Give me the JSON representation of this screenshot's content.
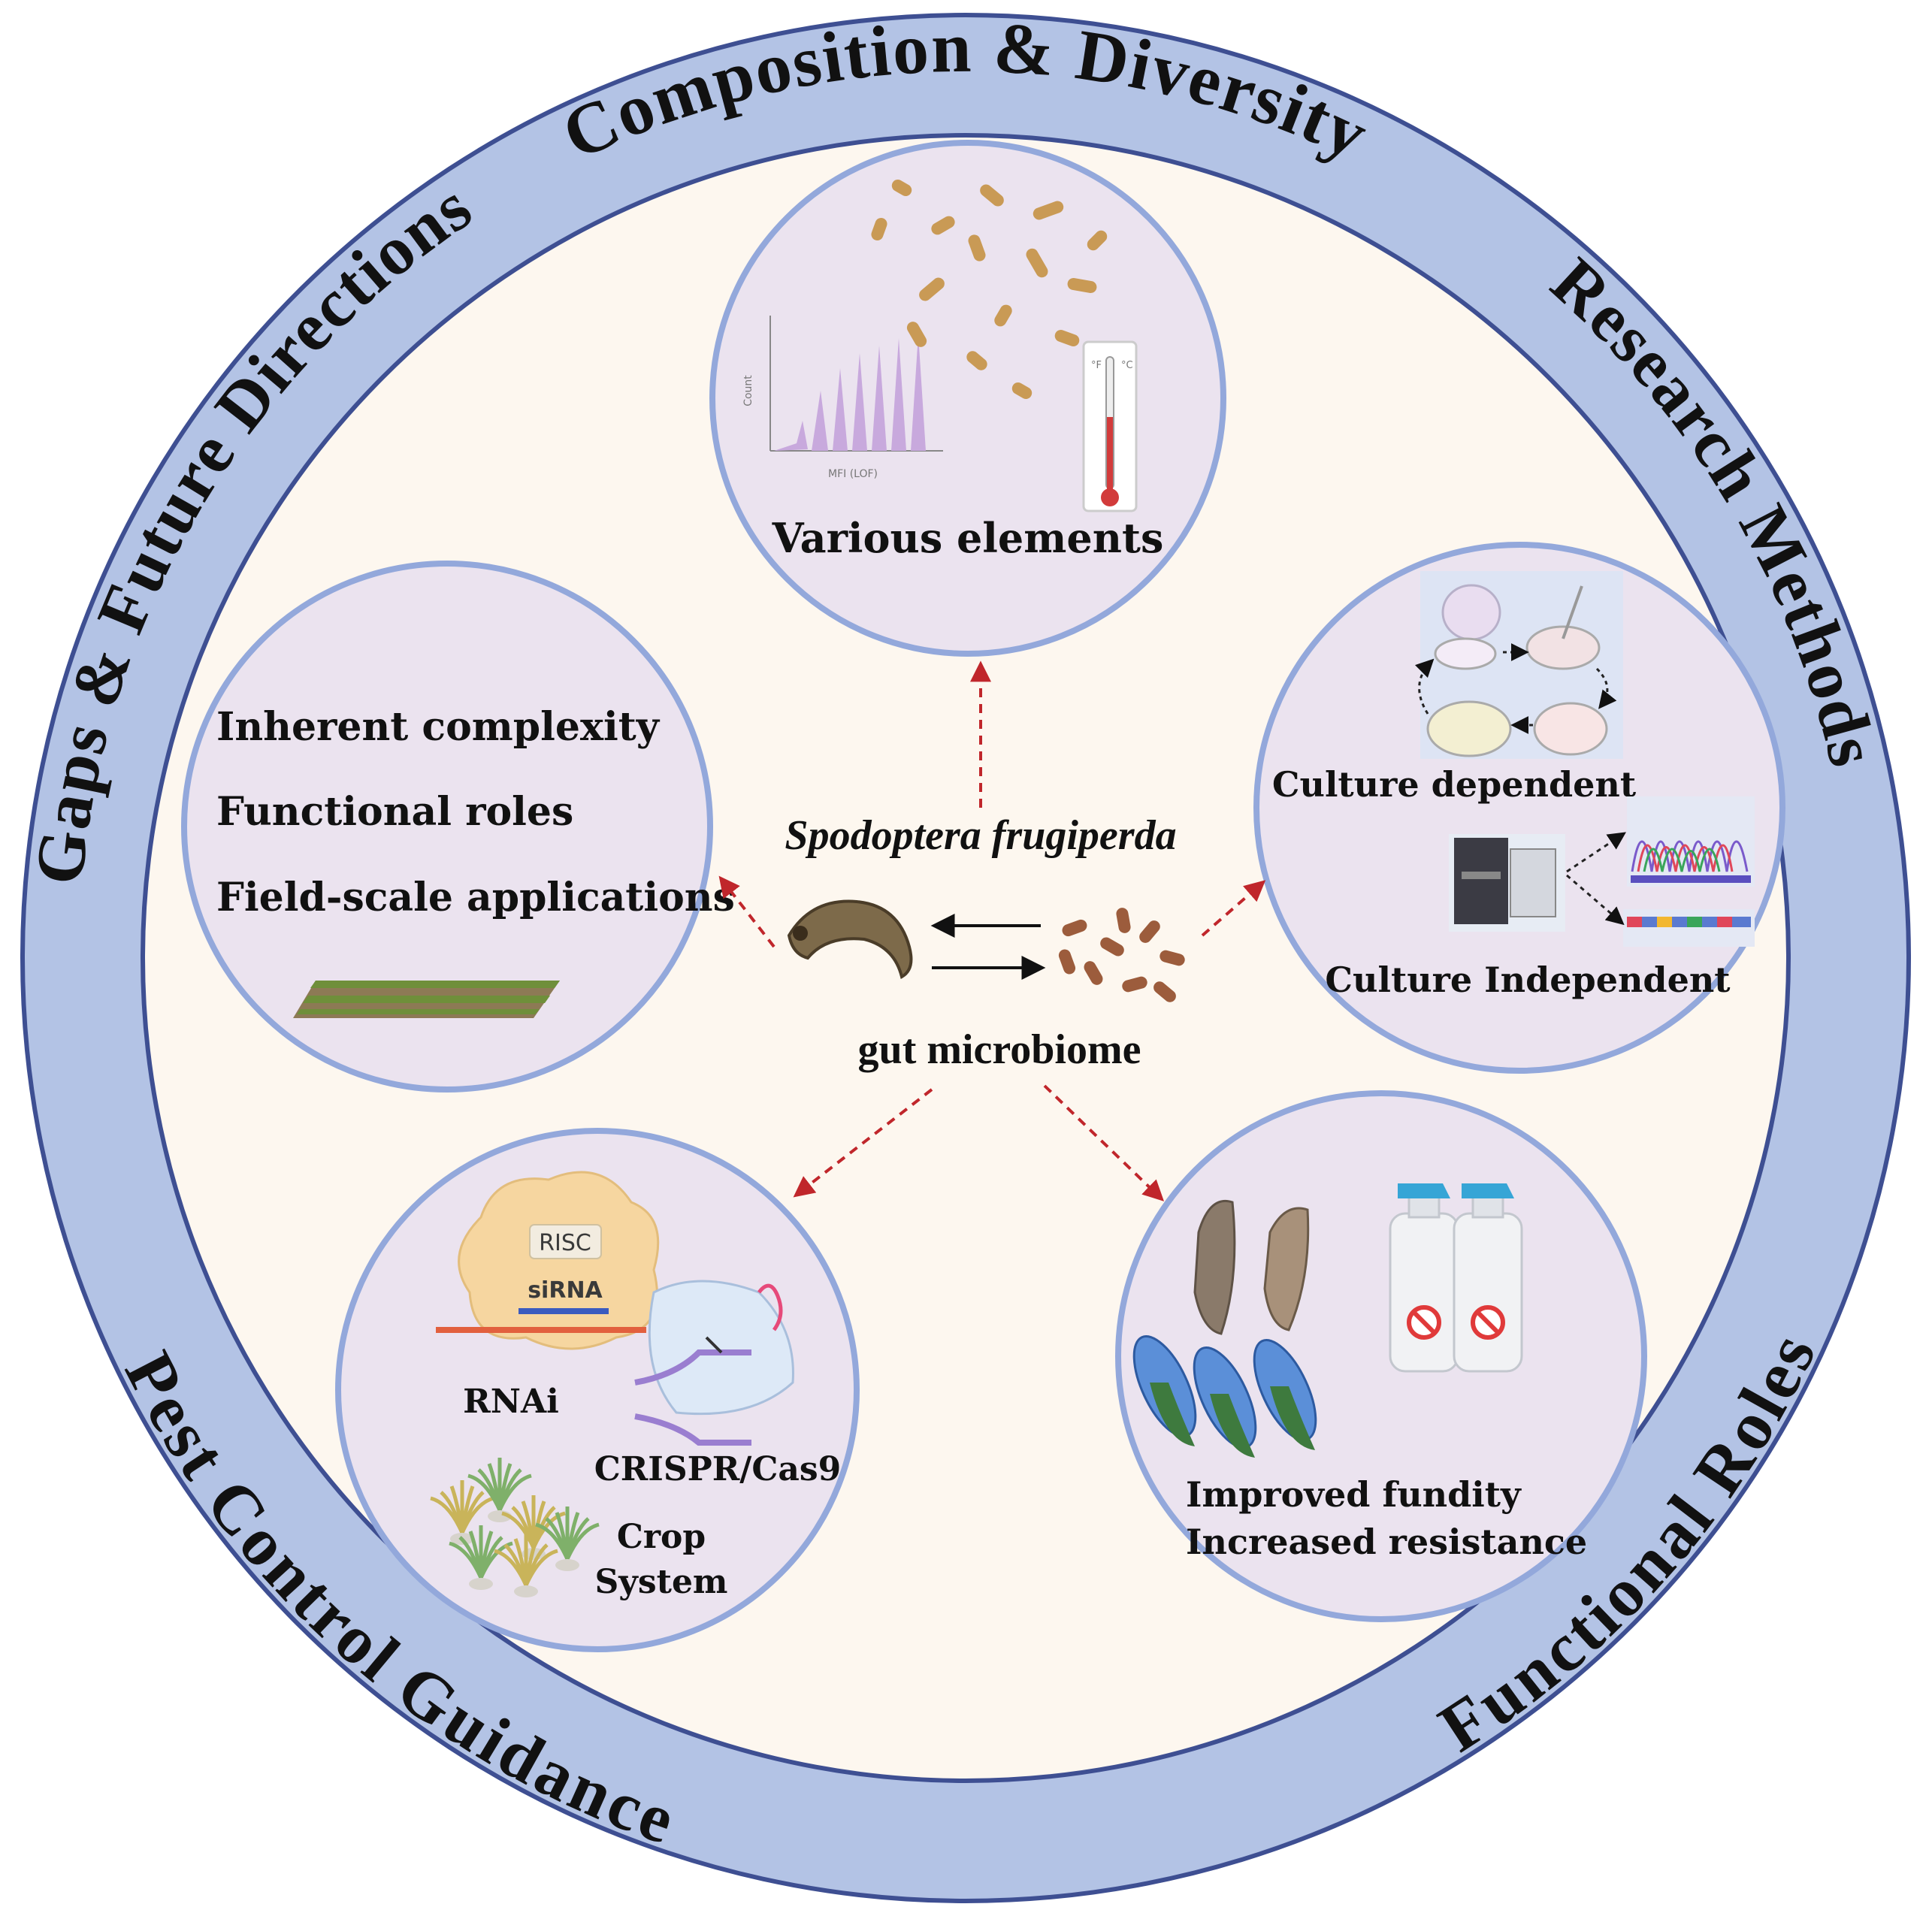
{
  "ring": {
    "composition": "Composition & Diversity",
    "research": "Research Methods",
    "functional": "Functional Roles",
    "pest": "Pest Control Guidance",
    "gaps": "Gaps & Future Directions"
  },
  "center": {
    "species": "Spodoptera frugiperda",
    "microbiome": "gut microbiome"
  },
  "nodes": {
    "top": {
      "label": "Various elements",
      "thermo_f": "°F",
      "thermo_c": "°C",
      "hist_xlabel": "MFI (LOF)",
      "hist_ylabel": "Count"
    },
    "right": {
      "culture_dependent": "Culture dependent",
      "culture_independent": "Culture Independent"
    },
    "bottom_right": {
      "line1": "Improved fundity",
      "line2": "Increased resistance"
    },
    "bottom_left": {
      "risc": "RISC",
      "sirna": "siRNA",
      "rnai": "RNAi",
      "crispr": "CRISPR/Cas9",
      "crop1": "Crop",
      "crop2": "System"
    },
    "left": {
      "line1": "Inherent complexity",
      "line2": "Functional roles",
      "line3": "Field-scale applications"
    }
  },
  "colors": {
    "outer_ring": "#b3c3e5",
    "ring_stroke": "#5a6fb0",
    "inner_bg": "#fdf7ef",
    "node_fill": "#ebe3ef",
    "node_stroke": "#93a8db",
    "arrow": "#c0262b",
    "bacteria": "#c99a55"
  }
}
